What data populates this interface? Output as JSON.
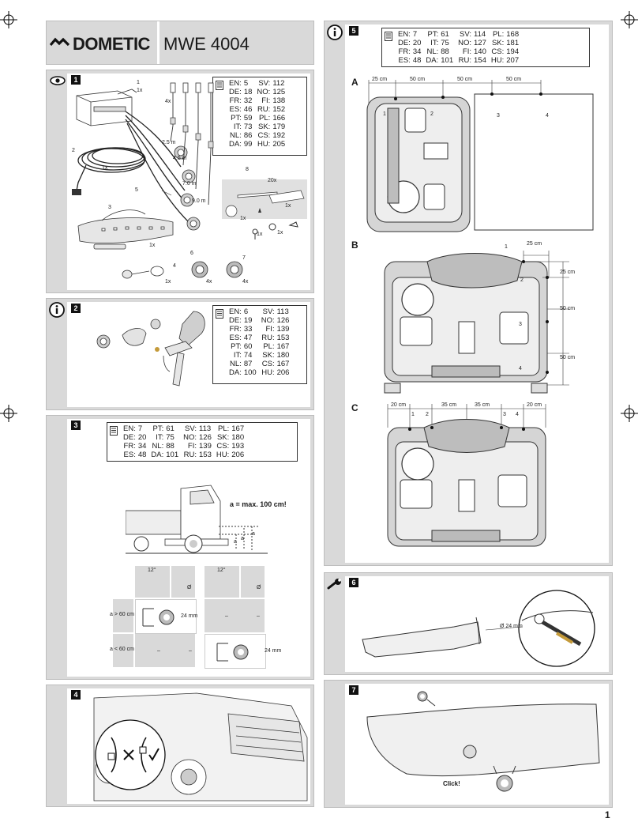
{
  "header": {
    "brand": "DOMETIC",
    "model": "MWE 4004"
  },
  "page_number": "1",
  "sec1": {
    "no": "1",
    "ref": [
      [
        "EN:",
        "5",
        "SV:",
        "112"
      ],
      [
        "DE:",
        "18",
        "NO:",
        "125"
      ],
      [
        "FR:",
        "32",
        "FI:",
        "138"
      ],
      [
        "ES:",
        "46",
        "RU:",
        "152"
      ],
      [
        "PT:",
        "59",
        "PL:",
        "166"
      ],
      [
        "IT:",
        "73",
        "SK:",
        "179"
      ],
      [
        "NL:",
        "86",
        "CS:",
        "192"
      ],
      [
        "DA:",
        "99",
        "HU:",
        "205"
      ]
    ],
    "callouts": {
      "c1": "1",
      "c1x": "1x",
      "c2": "2",
      "c2x": "1x",
      "c3": "3",
      "c3x": "1x",
      "c4": "4",
      "c4x": "1x",
      "c5": "5",
      "c6": "6",
      "c6x": "4x",
      "c7": "7",
      "c7x": "4x",
      "c8": "8",
      "c8a": "20x",
      "c8b": "1x",
      "c8c": "1x",
      "c8d": "1x",
      "c8e": "1x",
      "sens4x": "4x",
      "len1": "2.5 m",
      "len2": "4.5 m",
      "len3": "7.0 m",
      "len4": "9.0 m"
    }
  },
  "sec2": {
    "no": "2",
    "ref": [
      [
        "EN:",
        "6",
        "SV:",
        "113"
      ],
      [
        "DE:",
        "19",
        "NO:",
        "126"
      ],
      [
        "FR:",
        "33",
        "FI:",
        "139"
      ],
      [
        "ES:",
        "47",
        "RU:",
        "153"
      ],
      [
        "PT:",
        "60",
        "PL:",
        "167"
      ],
      [
        "IT:",
        "74",
        "SK:",
        "180"
      ],
      [
        "NL:",
        "87",
        "CS:",
        "167"
      ],
      [
        "DA:",
        "100",
        "HU:",
        "206"
      ]
    ]
  },
  "sec3": {
    "no": "3",
    "ref": [
      [
        "EN:",
        "7",
        "PT:",
        "61",
        "SV:",
        "113",
        "PL:",
        "167"
      ],
      [
        "DE:",
        "20",
        "IT:",
        "75",
        "NO:",
        "126",
        "SK:",
        "180"
      ],
      [
        "FR:",
        "34",
        "NL:",
        "88",
        "FI:",
        "139",
        "CS:",
        "193"
      ],
      [
        "ES:",
        "48",
        "DA:",
        "101",
        "RU:",
        "153",
        "HU:",
        "206"
      ]
    ],
    "height_note": "a = max. 100 cm!",
    "a1": "a",
    "a2": "a",
    "a3": "a",
    "angle1": "12°",
    "angle2": "12°",
    "dia1": "Ø",
    "dia2": "Ø",
    "row1_label": "a > 60 cm",
    "row2_label": "a < 60 cm",
    "mm1": "24 mm",
    "mm2": "24 mm",
    "dash1": "–",
    "dash2": "–",
    "dash3": "–",
    "dash4": "–"
  },
  "sec4": {
    "no": "4"
  },
  "sec5": {
    "no": "5",
    "ref": [
      [
        "EN:",
        "7",
        "PT:",
        "61",
        "SV:",
        "114",
        "PL:",
        "168"
      ],
      [
        "DE:",
        "20",
        "IT:",
        "75",
        "NO:",
        "127",
        "SK:",
        "181"
      ],
      [
        "FR:",
        "34",
        "NL:",
        "88",
        "FI:",
        "140",
        "CS:",
        "194"
      ],
      [
        "ES:",
        "48",
        "DA:",
        "101",
        "RU:",
        "154",
        "HU:",
        "207"
      ]
    ],
    "A": {
      "label": "A",
      "dims": [
        "25 cm",
        "50 cm",
        "50 cm",
        "50 cm"
      ],
      "s": [
        "1",
        "2",
        "3",
        "4"
      ]
    },
    "B": {
      "label": "B",
      "dims": [
        "25 cm",
        "25 cm",
        "50 cm",
        "50 cm"
      ],
      "s": [
        "1",
        "2",
        "3",
        "4"
      ]
    },
    "C": {
      "label": "C",
      "dims": [
        "20 cm",
        "35 cm",
        "35 cm",
        "20 cm"
      ],
      "s": [
        "1",
        "2",
        "3",
        "4"
      ]
    }
  },
  "sec6": {
    "no": "6",
    "dia": "Ø 24 mm"
  },
  "sec7": {
    "no": "7",
    "click": "Click!"
  }
}
